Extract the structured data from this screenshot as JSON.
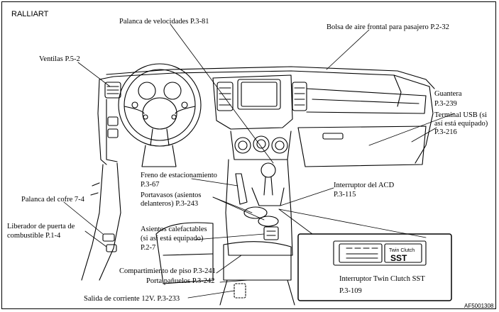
{
  "header": "RALLIART",
  "figure_code": "AF5001308",
  "inset_badge": {
    "line1": "Twin Clutch",
    "line2": "SST"
  },
  "labels": {
    "gear_lever": "Palanca de velocidades P.3-81",
    "passenger_airbag": "Bolsa de aire frontal para pasajero P.2-32",
    "vents": "Ventilas P.5-2",
    "glove_box_1": "Guantera",
    "glove_box_2": "P.3-239",
    "usb_1": "Terminal USB (si",
    "usb_2": "así está equipado)",
    "usb_3": "P.3-216",
    "parking_brake_1": "Freno de estacionamiento",
    "parking_brake_2": "P.3-67",
    "cupholders_1": "Portavasos (asientos",
    "cupholders_2": "delanteros) P.3-243",
    "acd_1": "Interruptor del ACD",
    "acd_2": "P.3-115",
    "hood_lever": "Palanca del cofre 7-4",
    "fuel_door_1": "Liberador de puerta de",
    "fuel_door_2": "combustible P.1-4",
    "heated_seats_1": "Asientos calefactables",
    "heated_seats_2": "(si así está equipado)",
    "heated_seats_3": "P.2-7",
    "floor_compartment": "Compartimiento de piso P.3-241",
    "tissue_holder": "Porta pañuelos P.3-242",
    "power_outlet": "Salida de corriente 12V. P.3-233",
    "sst_switch_1": "Interruptor Twin Clutch SST",
    "sst_switch_2": "P.3-109"
  }
}
